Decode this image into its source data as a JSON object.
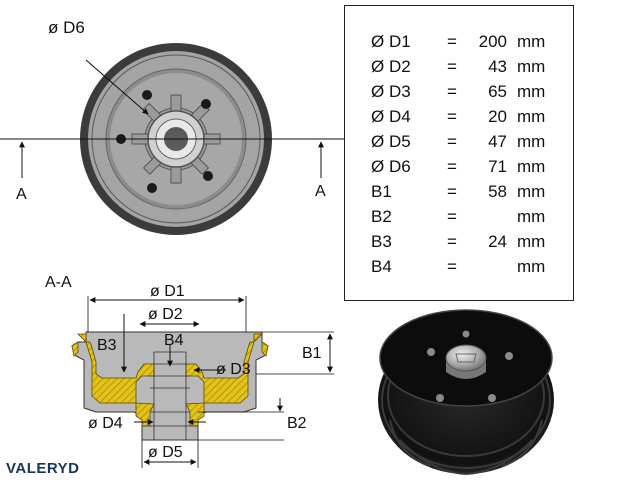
{
  "front_view": {
    "d6_label": "ø D6",
    "section_mark_left": "A",
    "section_mark_right": "A"
  },
  "section_view": {
    "title": "A-A",
    "d1_label": "ø D1",
    "d2_label": "ø D2",
    "d3_label": "ø D3",
    "d4_label": "ø D4",
    "d5_label": "ø D5",
    "b1_label": "B1",
    "b2_label": "B2",
    "b3_label": "B3",
    "b4_label": "B4"
  },
  "specs": [
    {
      "label": "Ø D1",
      "eq": "=",
      "value": "200",
      "unit": "mm"
    },
    {
      "label": "Ø D2",
      "eq": "=",
      "value": "43",
      "unit": "mm"
    },
    {
      "label": "Ø D3",
      "eq": "=",
      "value": "65",
      "unit": "mm"
    },
    {
      "label": "Ø D4",
      "eq": "=",
      "value": "20",
      "unit": "mm"
    },
    {
      "label": "Ø D5",
      "eq": "=",
      "value": "47",
      "unit": "mm"
    },
    {
      "label": "Ø D6",
      "eq": "=",
      "value": "71",
      "unit": "mm"
    },
    {
      "label": "B1",
      "eq": "=",
      "value": "58",
      "unit": "mm"
    },
    {
      "label": "B2",
      "eq": "=",
      "value": "",
      "unit": "mm"
    },
    {
      "label": "B3",
      "eq": "=",
      "value": "24",
      "unit": "mm"
    },
    {
      "label": "B4",
      "eq": "=",
      "value": "",
      "unit": "mm"
    }
  ],
  "brand": {
    "logo_text": "VALERYD"
  },
  "colors": {
    "drum_dark": "#3a3a3a",
    "drum_grey": "#9a9a9a",
    "section_fill": "#b9b9b9",
    "section_hatch": "#e3c21a"
  }
}
